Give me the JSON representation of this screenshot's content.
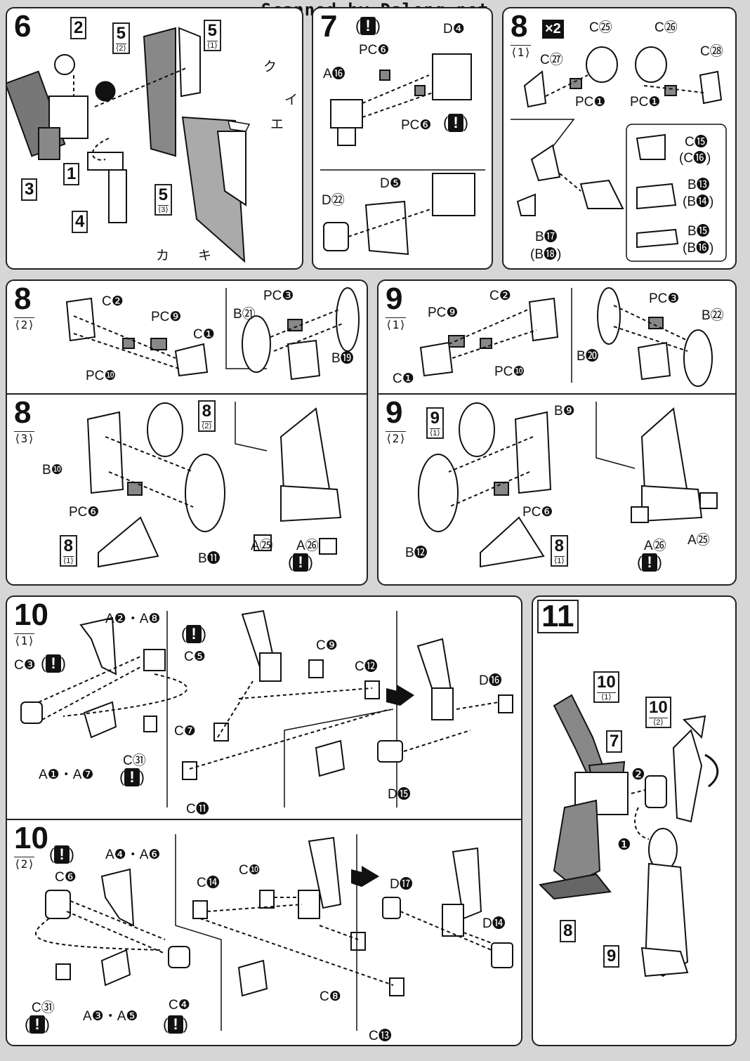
{
  "watermark": "Scanned by Dalong.net",
  "warn_symbol": "!",
  "step6": {
    "num": "6",
    "callouts": [
      "2",
      "5",
      "5",
      "1",
      "3",
      "4",
      "5"
    ],
    "subs": [
      "⟨2⟩",
      "⟨1⟩",
      "⟨3⟩"
    ],
    "marks": [
      "ク",
      "イ",
      "エ",
      "カ",
      "キ"
    ]
  },
  "step7": {
    "num": "7",
    "parts": [
      "D❹",
      "PC❻",
      "A⓰",
      "PC❻",
      "D❺",
      "D㉒"
    ]
  },
  "step8_1": {
    "num": "8",
    "sub": "⟨1⟩",
    "multiplier": "×2",
    "parts": [
      "C㉕",
      "C㉖",
      "C㉗",
      "C㉘",
      "PC❶",
      "PC❶",
      "C⓯",
      "(C⓰)",
      "B⓭",
      "(B⓮)",
      "B⓯",
      "(B⓰)",
      "B⓱",
      "(B⓲)"
    ]
  },
  "step8_2": {
    "num": "8",
    "sub": "⟨2⟩",
    "parts": [
      "C❷",
      "PC❾",
      "C❶",
      "PC❿",
      "PC❸",
      "B㉑",
      "B⓳"
    ]
  },
  "step9_1": {
    "num": "9",
    "sub": "⟨1⟩",
    "parts": [
      "C❷",
      "PC❾",
      "PC❸",
      "B㉒",
      "PC❿",
      "B⓴",
      "C❶"
    ]
  },
  "step8_3": {
    "num": "8",
    "sub": "⟨3⟩",
    "parts": [
      "B❿",
      "PC❻",
      "B⓫",
      "A㉕",
      "A㉖"
    ],
    "refs": [
      {
        "num": "8",
        "sub": "⟨2⟩"
      },
      {
        "num": "8",
        "sub": "⟨1⟩"
      }
    ]
  },
  "step9_2": {
    "num": "9",
    "sub": "⟨2⟩",
    "parts": [
      "B❾",
      "PC❻",
      "B⓬",
      "A㉖",
      "A㉕"
    ],
    "refs": [
      {
        "num": "9",
        "sub": "⟨1⟩"
      },
      {
        "num": "8",
        "sub": "⟨1⟩"
      }
    ]
  },
  "step10_1": {
    "num": "10",
    "sub": "⟨1⟩",
    "parts": [
      "A❷・A❽",
      "C❸",
      "C❺",
      "A❶・A❼",
      "C㉛",
      "C❾",
      "C⓬",
      "C❼",
      "C⓫",
      "D⓰",
      "D⓯"
    ]
  },
  "step10_2": {
    "num": "10",
    "sub": "⟨2⟩",
    "parts": [
      "A❹・A❻",
      "C❻",
      "C㉛",
      "A❸・A❺",
      "C❹",
      "C⓮",
      "C❿",
      "C❽",
      "C⓭",
      "D⓱",
      "D⓮"
    ]
  },
  "step11": {
    "num": "11",
    "refs": [
      {
        "num": "10",
        "sub": "⟨1⟩"
      },
      {
        "num": "10",
        "sub": "⟨2⟩"
      }
    ],
    "boxes": [
      "7",
      "8",
      "9"
    ],
    "order": [
      "❷",
      "❶"
    ]
  },
  "colors": {
    "ink": "#111111",
    "paper": "#ffffff",
    "background": "#d6d6d6",
    "part_shade": "#8a8a8a"
  }
}
